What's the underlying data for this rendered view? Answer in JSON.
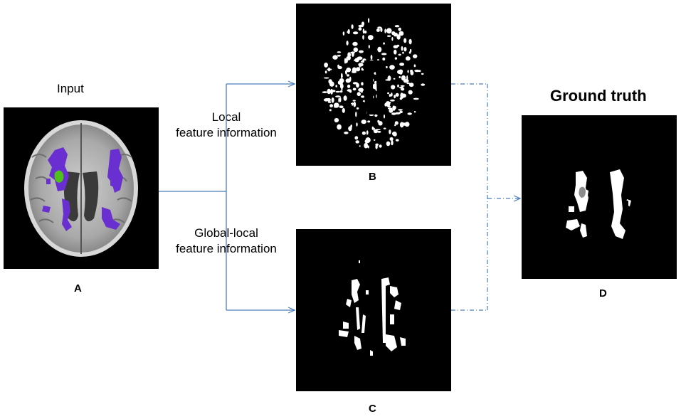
{
  "input_title": "Input",
  "ground_truth_title": "Ground truth",
  "local_label": {
    "line1": "Local",
    "line2": "feature information"
  },
  "global_label": {
    "line1": "Global-local",
    "line2": "feature information"
  },
  "panel_labels": {
    "a": "A",
    "b": "B",
    "c": "C",
    "d": "D"
  },
  "colors": {
    "arrow_solid": "#4a7ebb",
    "arrow_dashed": "#4a7ebb",
    "lesion_wmh": "#6a2fd0",
    "lesion_other": "#4fc21a",
    "panel_bg": "#000000"
  }
}
